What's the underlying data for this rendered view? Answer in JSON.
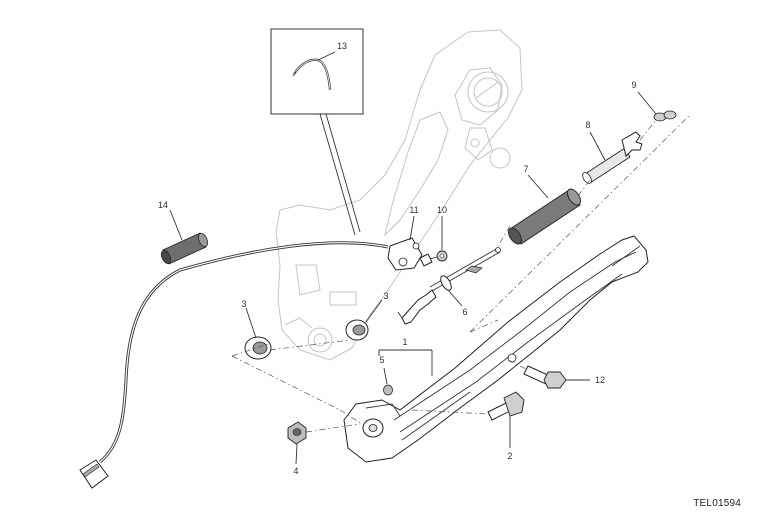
{
  "callouts": [
    {
      "id": "c1",
      "text": "1"
    },
    {
      "id": "c2",
      "text": "2"
    },
    {
      "id": "c3a",
      "text": "3"
    },
    {
      "id": "c3b",
      "text": "3"
    },
    {
      "id": "c4",
      "text": "4"
    },
    {
      "id": "c5",
      "text": "5"
    },
    {
      "id": "c6",
      "text": "6"
    },
    {
      "id": "c7",
      "text": "7"
    },
    {
      "id": "c8",
      "text": "8"
    },
    {
      "id": "c9",
      "text": "9"
    },
    {
      "id": "c10",
      "text": "10"
    },
    {
      "id": "c11",
      "text": "11"
    },
    {
      "id": "c12",
      "text": "12"
    },
    {
      "id": "c13",
      "text": "13"
    },
    {
      "id": "c14",
      "text": "14"
    }
  ],
  "drawing_code": "TEL01594"
}
